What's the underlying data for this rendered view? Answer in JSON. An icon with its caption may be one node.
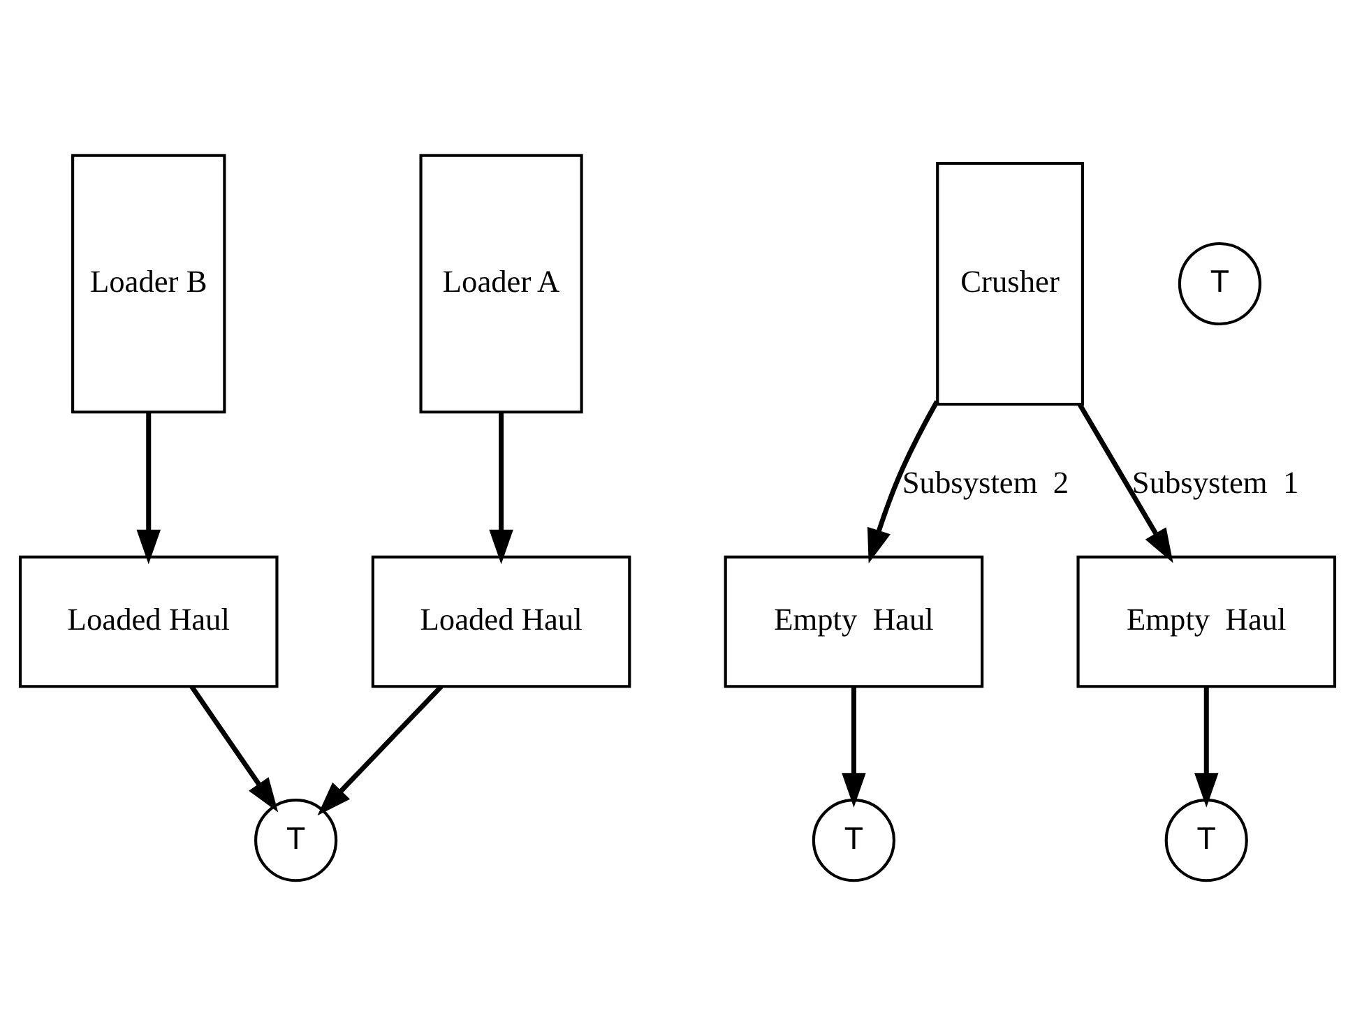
{
  "diagram": {
    "nodes": [
      {
        "text": [
          "Loaded Haul"
        ]
      },
      {
        "text": [
          "Loaded Haul"
        ]
      },
      {
        "text": [
          "Loader A"
        ]
      },
      {
        "text": [
          "Loader B"
        ]
      },
      {
        "text": [
          "T"
        ]
      },
      {
        "text": [
          "Crusher"
        ]
      },
      {
        "text": [
          "T"
        ]
      },
      {
        "text": [
          "T"
        ]
      },
      {
        "text": [
          "T"
        ]
      },
      {
        "text": [
          "Empty  Haul"
        ]
      },
      {
        "text": [
          "Empty  Haul"
        ]
      }
    ],
    "edges": [
      {
        "from": 2,
        "to": 0,
        "arrow": "to"
      },
      {
        "from": 0,
        "to": 4,
        "arrow": "to"
      },
      {
        "from": 3,
        "to": 1,
        "arrow": "to"
      },
      {
        "from": 1,
        "to": 4,
        "arrow": "to"
      },
      {
        "from": 5,
        "to": 9,
        "arrow": "to",
        "label": "Subsystem  2"
      },
      {
        "from": 9,
        "to": 8,
        "arrow": "to"
      },
      {
        "from": 5,
        "to": 10,
        "arrow": "to",
        "label": "Subsystem  1"
      },
      {
        "from": 10,
        "to": 7,
        "arrow": "to"
      }
    ]
  }
}
